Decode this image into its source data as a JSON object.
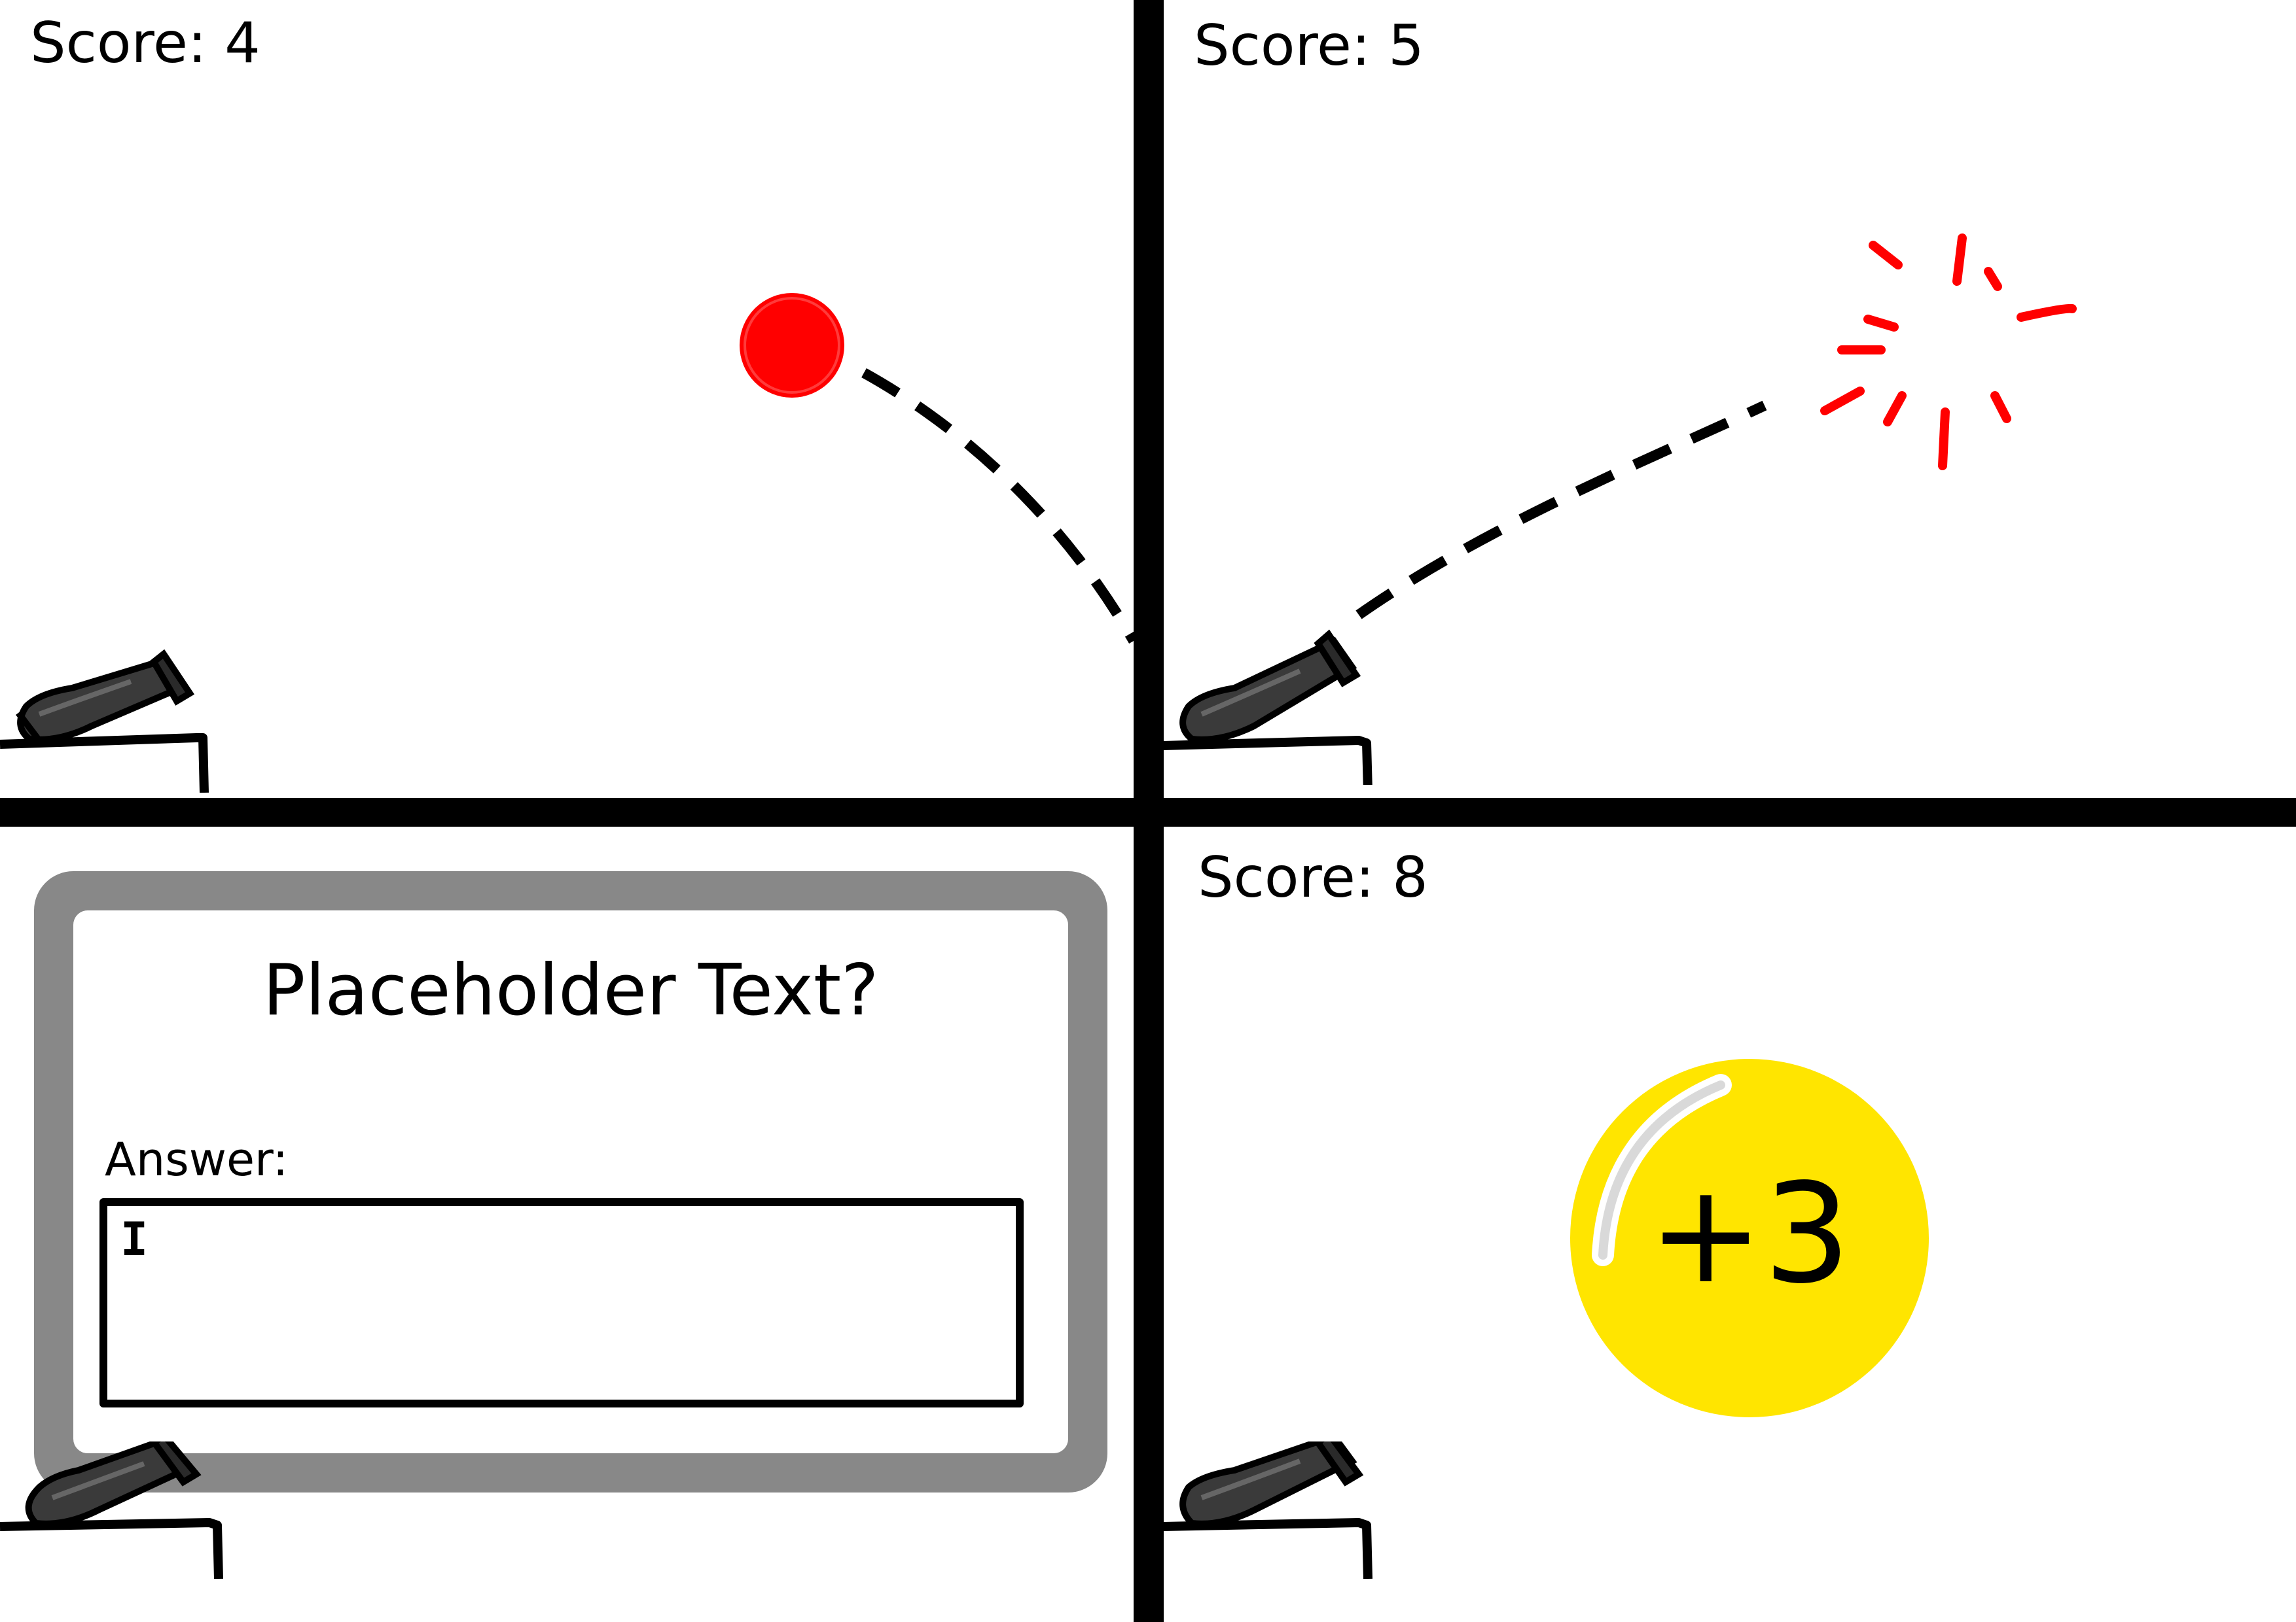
{
  "panels": {
    "shot": {
      "score_label": "Score: 4"
    },
    "hit": {
      "score_label": "Score: 5"
    },
    "question": {
      "prompt": "Placeholder Text?",
      "answer_label": "Answer:",
      "answer_value": "",
      "cursor": "I"
    },
    "reward": {
      "score_label": "Score: 8",
      "bonus": "+3"
    }
  },
  "colors": {
    "ball": "#ff0000",
    "burst": "#ff0000",
    "bonus": "#ffe500",
    "dialog_frame": "#888888",
    "cannon": "#3a3a3a"
  },
  "icons": {
    "cannon": "cannon-icon",
    "ball": "cannonball-icon",
    "burst": "explosion-burst-icon",
    "bonus": "bonus-coin-icon"
  }
}
